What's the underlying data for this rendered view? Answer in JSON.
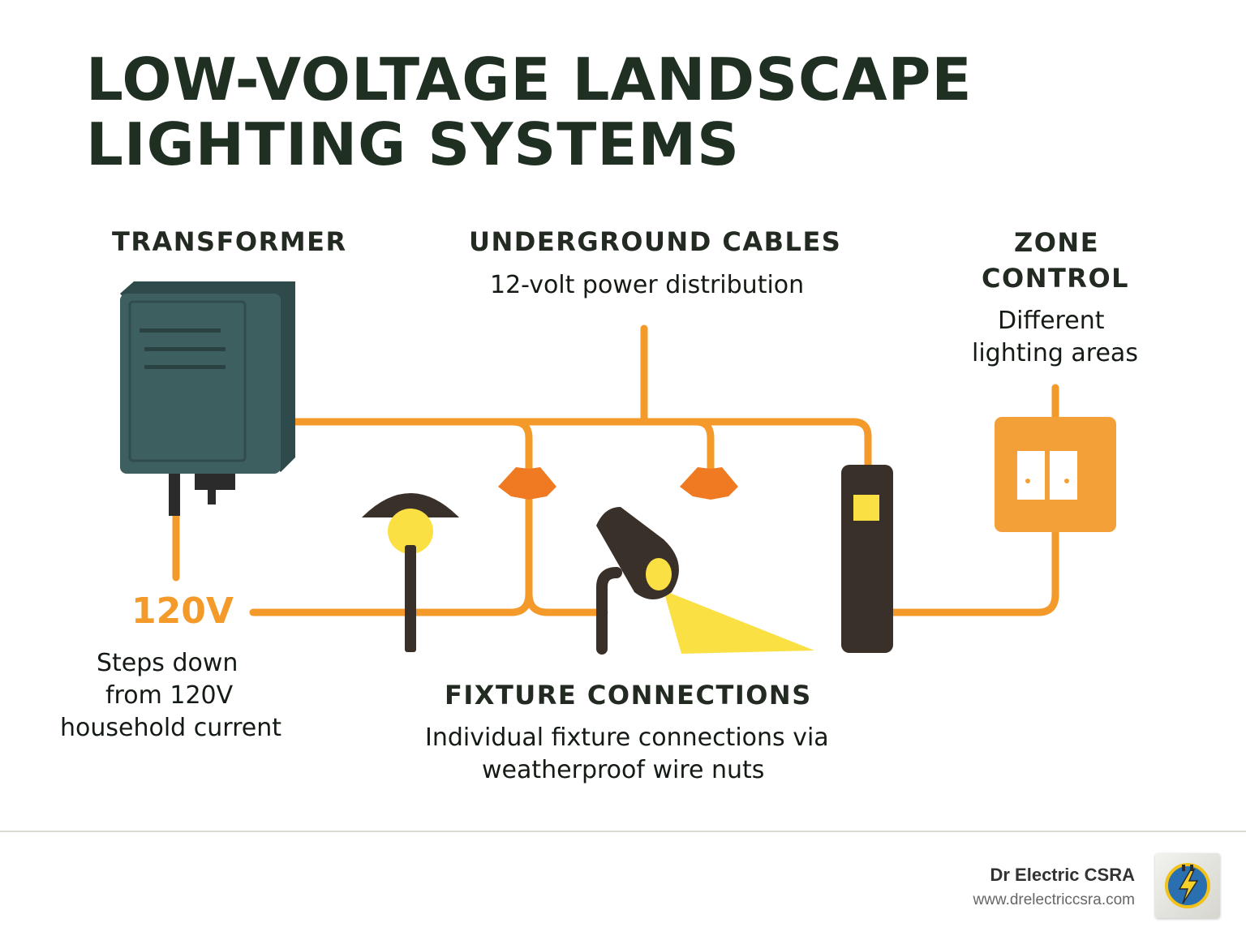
{
  "title": {
    "line1": "LOW-VOLTAGE LANDSCAPE",
    "line2": "LIGHTING SYSTEMS"
  },
  "transformer": {
    "heading": "TRANSFORMER",
    "voltage": "120V",
    "description": [
      "Steps down",
      "from 120V",
      "household current"
    ]
  },
  "cables": {
    "heading": "UNDERGROUND CABLES",
    "description": "12-volt power distribution"
  },
  "zone_control": {
    "heading": [
      "ZONE",
      "CONTROL"
    ],
    "description": [
      "Different",
      "lighting areas"
    ]
  },
  "fixtures": {
    "heading": "FIXTURE CONNECTIONS",
    "description": [
      "Individual fixture connections via",
      "weatherproof wire nuts"
    ]
  },
  "footer": {
    "brand": "Dr Electric CSRA",
    "url": "www.drelectriccsra.com"
  },
  "colors": {
    "wire": "#f39a2a",
    "wire_nut": "#f07a22",
    "transformer": "#3e5f5f",
    "fixture_dark": "#3a302a",
    "light_yellow": "#fbe044",
    "zone_box": "#f3a038",
    "title": "#1f2f22"
  },
  "icons": [
    "transformer-icon",
    "path-light-icon",
    "spotlight-icon",
    "bollard-light-icon",
    "zone-switch-icon",
    "wire-nut-icon",
    "lightning-logo-icon"
  ]
}
